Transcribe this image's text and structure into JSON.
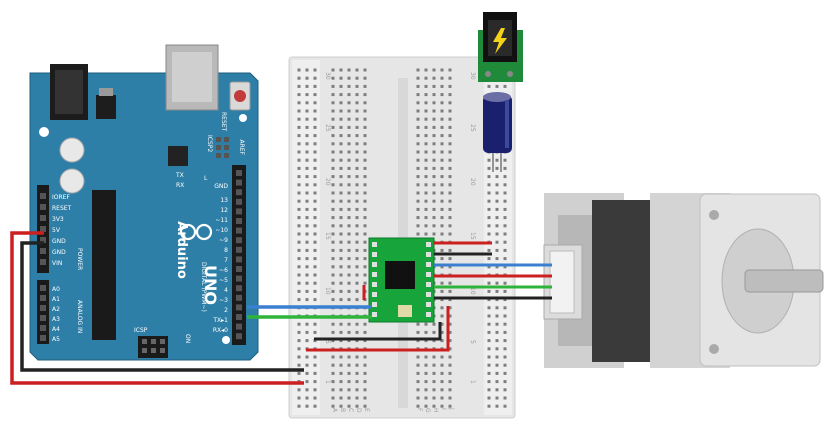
{
  "colors": {
    "board": "#2e7fa8",
    "board_dark": "#1f5f80",
    "breadboard": "#e9e9e9",
    "driver_board": "#17a53b",
    "wire_red": "#cc1f1f",
    "wire_black": "#222222",
    "wire_blue": "#3a7fd0",
    "wire_green": "#2fb43a",
    "motor_body": "#c9c9c9",
    "motor_dark": "#3c3c3c",
    "jack_board": "#1f8a3a",
    "capacitor": "#1a1f6e"
  },
  "arduino": {
    "brand": "Arduino",
    "model": "UNO",
    "labels": {
      "reset": "RESET",
      "icsp2": "ICSP2",
      "icsp": "ICSP",
      "aref": "AREF",
      "gnd": "GND",
      "tx": "TX",
      "rx": "RX",
      "l": "L",
      "on": "ON",
      "digital": "DIGITAL (PWM~)",
      "power": "POWER",
      "analog": "ANALOG IN"
    },
    "digital_pins": [
      "13",
      "12",
      "~11",
      "~10",
      "~9",
      "8",
      "7",
      "~6",
      "~5",
      "4",
      "~3",
      "2",
      "TX▸1",
      "RX◂0"
    ],
    "power_pins": [
      "IOREF",
      "RESET",
      "3V3",
      "5V",
      "GND",
      "GND",
      "VIN"
    ],
    "analog_pins": [
      "A0",
      "A1",
      "A2",
      "A3",
      "A4",
      "A5"
    ]
  },
  "breadboard": {
    "row_numbers": [
      "30",
      "25",
      "20",
      "15",
      "10",
      "5",
      "1"
    ],
    "col_letters_left": [
      "A",
      "B",
      "C",
      "D",
      "E"
    ],
    "col_letters_right": [
      "F",
      "G",
      "H",
      "I",
      "J"
    ]
  }
}
